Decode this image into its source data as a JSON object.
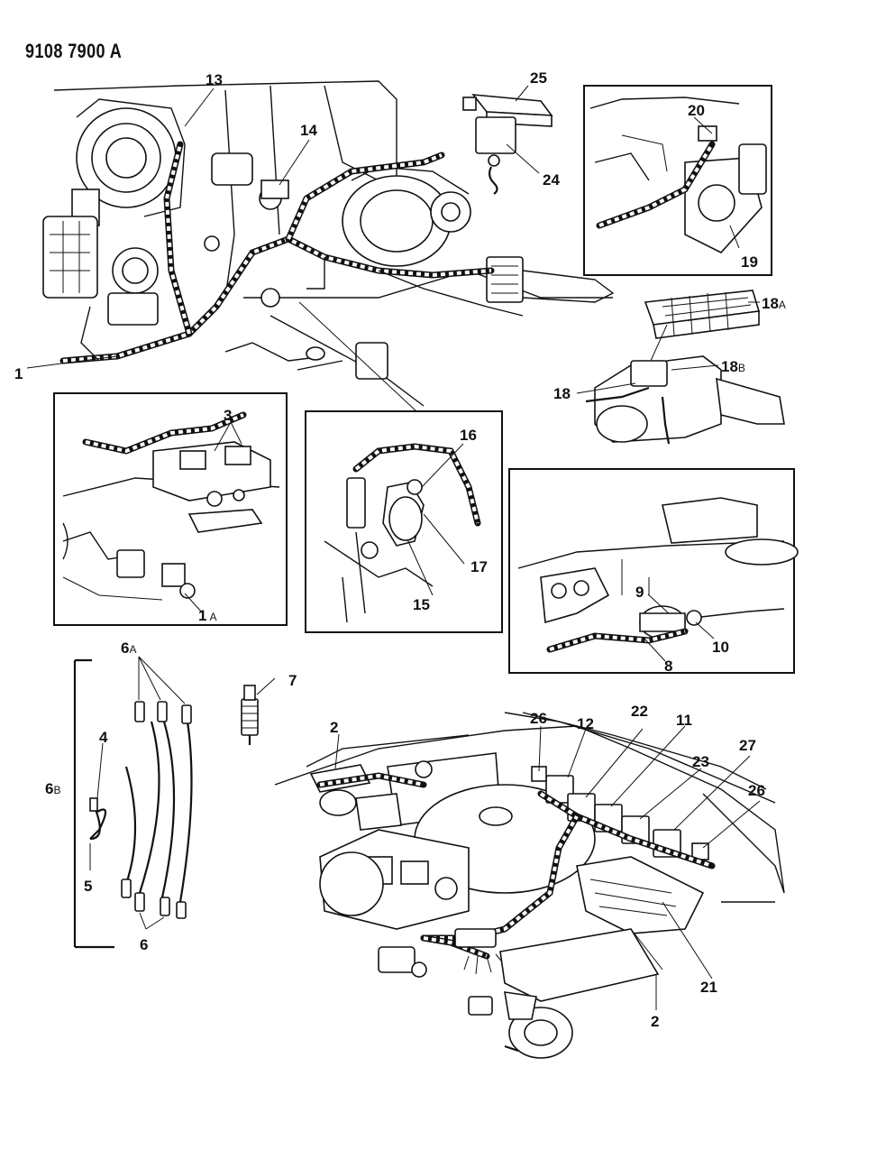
{
  "document": {
    "id": "9108 7900 A"
  },
  "callouts": {
    "c1": "1",
    "c1A": "1",
    "c1A_sub": "A",
    "c2a": "2",
    "c2b": "2",
    "c3": "3",
    "c4": "4",
    "c5": "5",
    "c6": "6",
    "c6A": "6",
    "c6A_sub": "A",
    "c6B": "6",
    "c6B_sub": "B",
    "c7": "7",
    "c8": "8",
    "c9": "9",
    "c10": "10",
    "c11": "11",
    "c12": "12",
    "c13": "13",
    "c14": "14",
    "c15": "15",
    "c16": "16",
    "c17": "17",
    "c18": "18",
    "c18A": "18",
    "c18A_sub": "A",
    "c18B": "18",
    "c18B_sub": "B",
    "c19": "19",
    "c20": "20",
    "c21": "21",
    "c22": "22",
    "c23": "23",
    "c24": "24",
    "c25": "25",
    "c26a": "26",
    "c26b": "26",
    "c27": "27"
  }
}
